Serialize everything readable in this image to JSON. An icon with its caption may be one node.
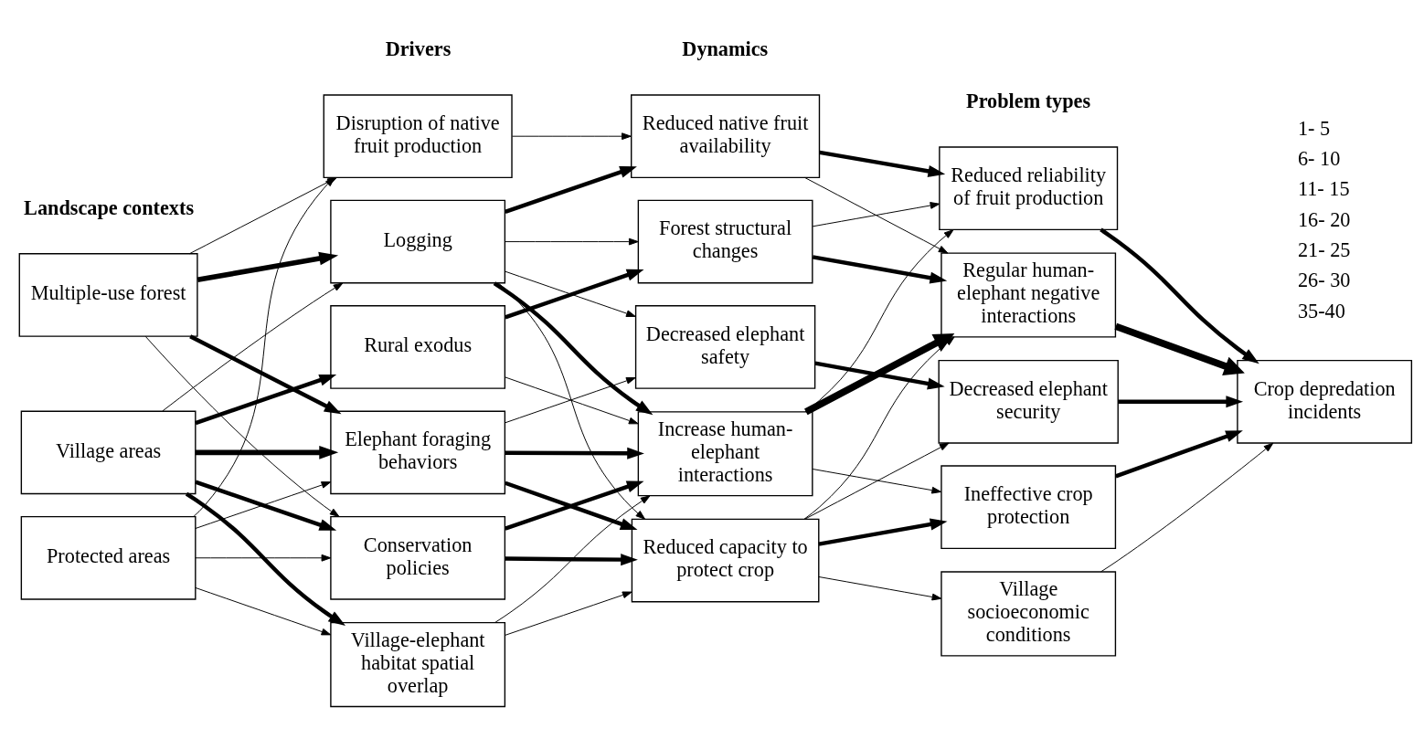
{
  "diagram": {
    "nodes": [
      {
        "text": [
          "Multiple-use forest"
        ]
      },
      {
        "text": [
          "Protected areas"
        ]
      },
      {
        "text": [
          "Village areas"
        ]
      },
      {
        "text": [
          "Logging"
        ]
      },
      {
        "text": [
          "Conservation policies"
        ]
      },
      {
        "text": [
          "Disruption of native fruit production"
        ]
      },
      {
        "text": [
          "Elephant foraging behaviors"
        ]
      },
      {
        "text": [
          "Village-elephant habitat spatial overlap"
        ]
      },
      {
        "text": [
          "Rural exodus"
        ]
      },
      {
        "text": [
          "Forest structural changes"
        ]
      },
      {
        "text": [
          "Decreased elephant safety"
        ]
      },
      {
        "text": [
          "Reduced native fruit availability"
        ]
      },
      {
        "text": [
          "Increase human-elephant interactions"
        ]
      },
      {
        "text": [
          "Reduced capacity to protect crop"
        ]
      },
      {
        "text": [
          "Decreased elephant security"
        ]
      },
      {
        "text": [
          "Reduced reliability of fruit production"
        ]
      },
      {
        "text": [
          "Regular human-elephant negative interactions"
        ]
      },
      {
        "text": [
          "Ineffective crop protection"
        ]
      },
      {
        "text": [
          "Village socioeconomic conditions"
        ]
      },
      {
        "text": [
          "Crop depredation incidents"
        ]
      }
    ],
    "edges": [
      {
        "from": 0,
        "to": 3,
        "arrow": "to",
        "style": "thick"
      },
      {
        "from": 0,
        "to": 4,
        "arrow": "to"
      },
      {
        "from": 0,
        "to": 5,
        "arrow": "to"
      },
      {
        "from": 0,
        "to": 6,
        "arrow": "to",
        "style": "thick"
      },
      {
        "from": 1,
        "to": 4,
        "arrow": "to"
      },
      {
        "from": 1,
        "to": 5,
        "arrow": "to"
      },
      {
        "from": 1,
        "to": 6,
        "arrow": "to"
      },
      {
        "from": 1,
        "to": 7,
        "arrow": "to"
      },
      {
        "from": 2,
        "to": 3,
        "arrow": "to"
      },
      {
        "from": 2,
        "to": 4,
        "arrow": "to",
        "style": "thick"
      },
      {
        "from": 2,
        "to": 6,
        "arrow": "to",
        "style": "thick"
      },
      {
        "from": 2,
        "to": 7,
        "arrow": "to",
        "style": "thick"
      },
      {
        "from": 2,
        "to": 8,
        "arrow": "to",
        "style": "thick"
      },
      {
        "from": 3,
        "to": 9,
        "arrow": "to"
      },
      {
        "from": 3,
        "to": 10,
        "arrow": "to"
      },
      {
        "from": 3,
        "to": 11,
        "arrow": "to",
        "style": "thick"
      },
      {
        "from": 3,
        "to": 12,
        "arrow": "to",
        "style": "thick"
      },
      {
        "from": 3,
        "to": 13,
        "arrow": "to"
      },
      {
        "from": 4,
        "to": 12,
        "arrow": "to",
        "style": "thick"
      },
      {
        "from": 4,
        "to": 13,
        "arrow": "to",
        "style": "thick"
      },
      {
        "from": 5,
        "to": 11,
        "arrow": "to"
      },
      {
        "from": 6,
        "to": 10,
        "arrow": "to"
      },
      {
        "from": 6,
        "to": 12,
        "arrow": "to",
        "style": "thick"
      },
      {
        "from": 6,
        "to": 13,
        "arrow": "to",
        "style": "thick"
      },
      {
        "from": 7,
        "to": 12,
        "arrow": "to"
      },
      {
        "from": 7,
        "to": 13,
        "arrow": "to"
      },
      {
        "from": 8,
        "to": 9,
        "arrow": "to",
        "style": "thick"
      },
      {
        "from": 8,
        "to": 12,
        "arrow": "to"
      },
      {
        "from": 9,
        "to": 15,
        "arrow": "to"
      },
      {
        "from": 9,
        "to": 16,
        "arrow": "to",
        "style": "thick"
      },
      {
        "from": 10,
        "to": 14,
        "arrow": "to",
        "style": "thick"
      },
      {
        "from": 11,
        "to": 15,
        "arrow": "to",
        "style": "thick"
      },
      {
        "from": 11,
        "to": 16,
        "arrow": "to"
      },
      {
        "from": 12,
        "to": 15,
        "arrow": "to"
      },
      {
        "from": 12,
        "to": 16,
        "arrow": "to",
        "style": "thick"
      },
      {
        "from": 12,
        "to": 17,
        "arrow": "to"
      },
      {
        "from": 13,
        "to": 14,
        "arrow": "to"
      },
      {
        "from": 13,
        "to": 16,
        "arrow": "to"
      },
      {
        "from": 13,
        "to": 17,
        "arrow": "to",
        "style": "thick"
      },
      {
        "from": 13,
        "to": 18,
        "arrow": "to"
      },
      {
        "from": 14,
        "to": 19,
        "arrow": "to",
        "style": "thick"
      },
      {
        "from": 15,
        "to": 19,
        "arrow": "to",
        "style": "thick"
      },
      {
        "from": 16,
        "to": 19,
        "arrow": "to",
        "style": "thick"
      },
      {
        "from": 17,
        "to": 19,
        "arrow": "to",
        "style": "thick"
      },
      {
        "from": 18,
        "to": 19,
        "arrow": "to"
      }
    ],
    "labels": [
      "Landscape contexts",
      "Drivers",
      "Dynamics",
      "Problem types"
    ],
    "legend": [
      {
        "text": "1- 5"
      },
      {
        "text": "6- 10"
      },
      {
        "text": "11- 15"
      },
      {
        "text": "16- 20"
      },
      {
        "text": "21- 25"
      },
      {
        "text": "26- 30"
      },
      {
        "text": "35-40"
      }
    ]
  }
}
